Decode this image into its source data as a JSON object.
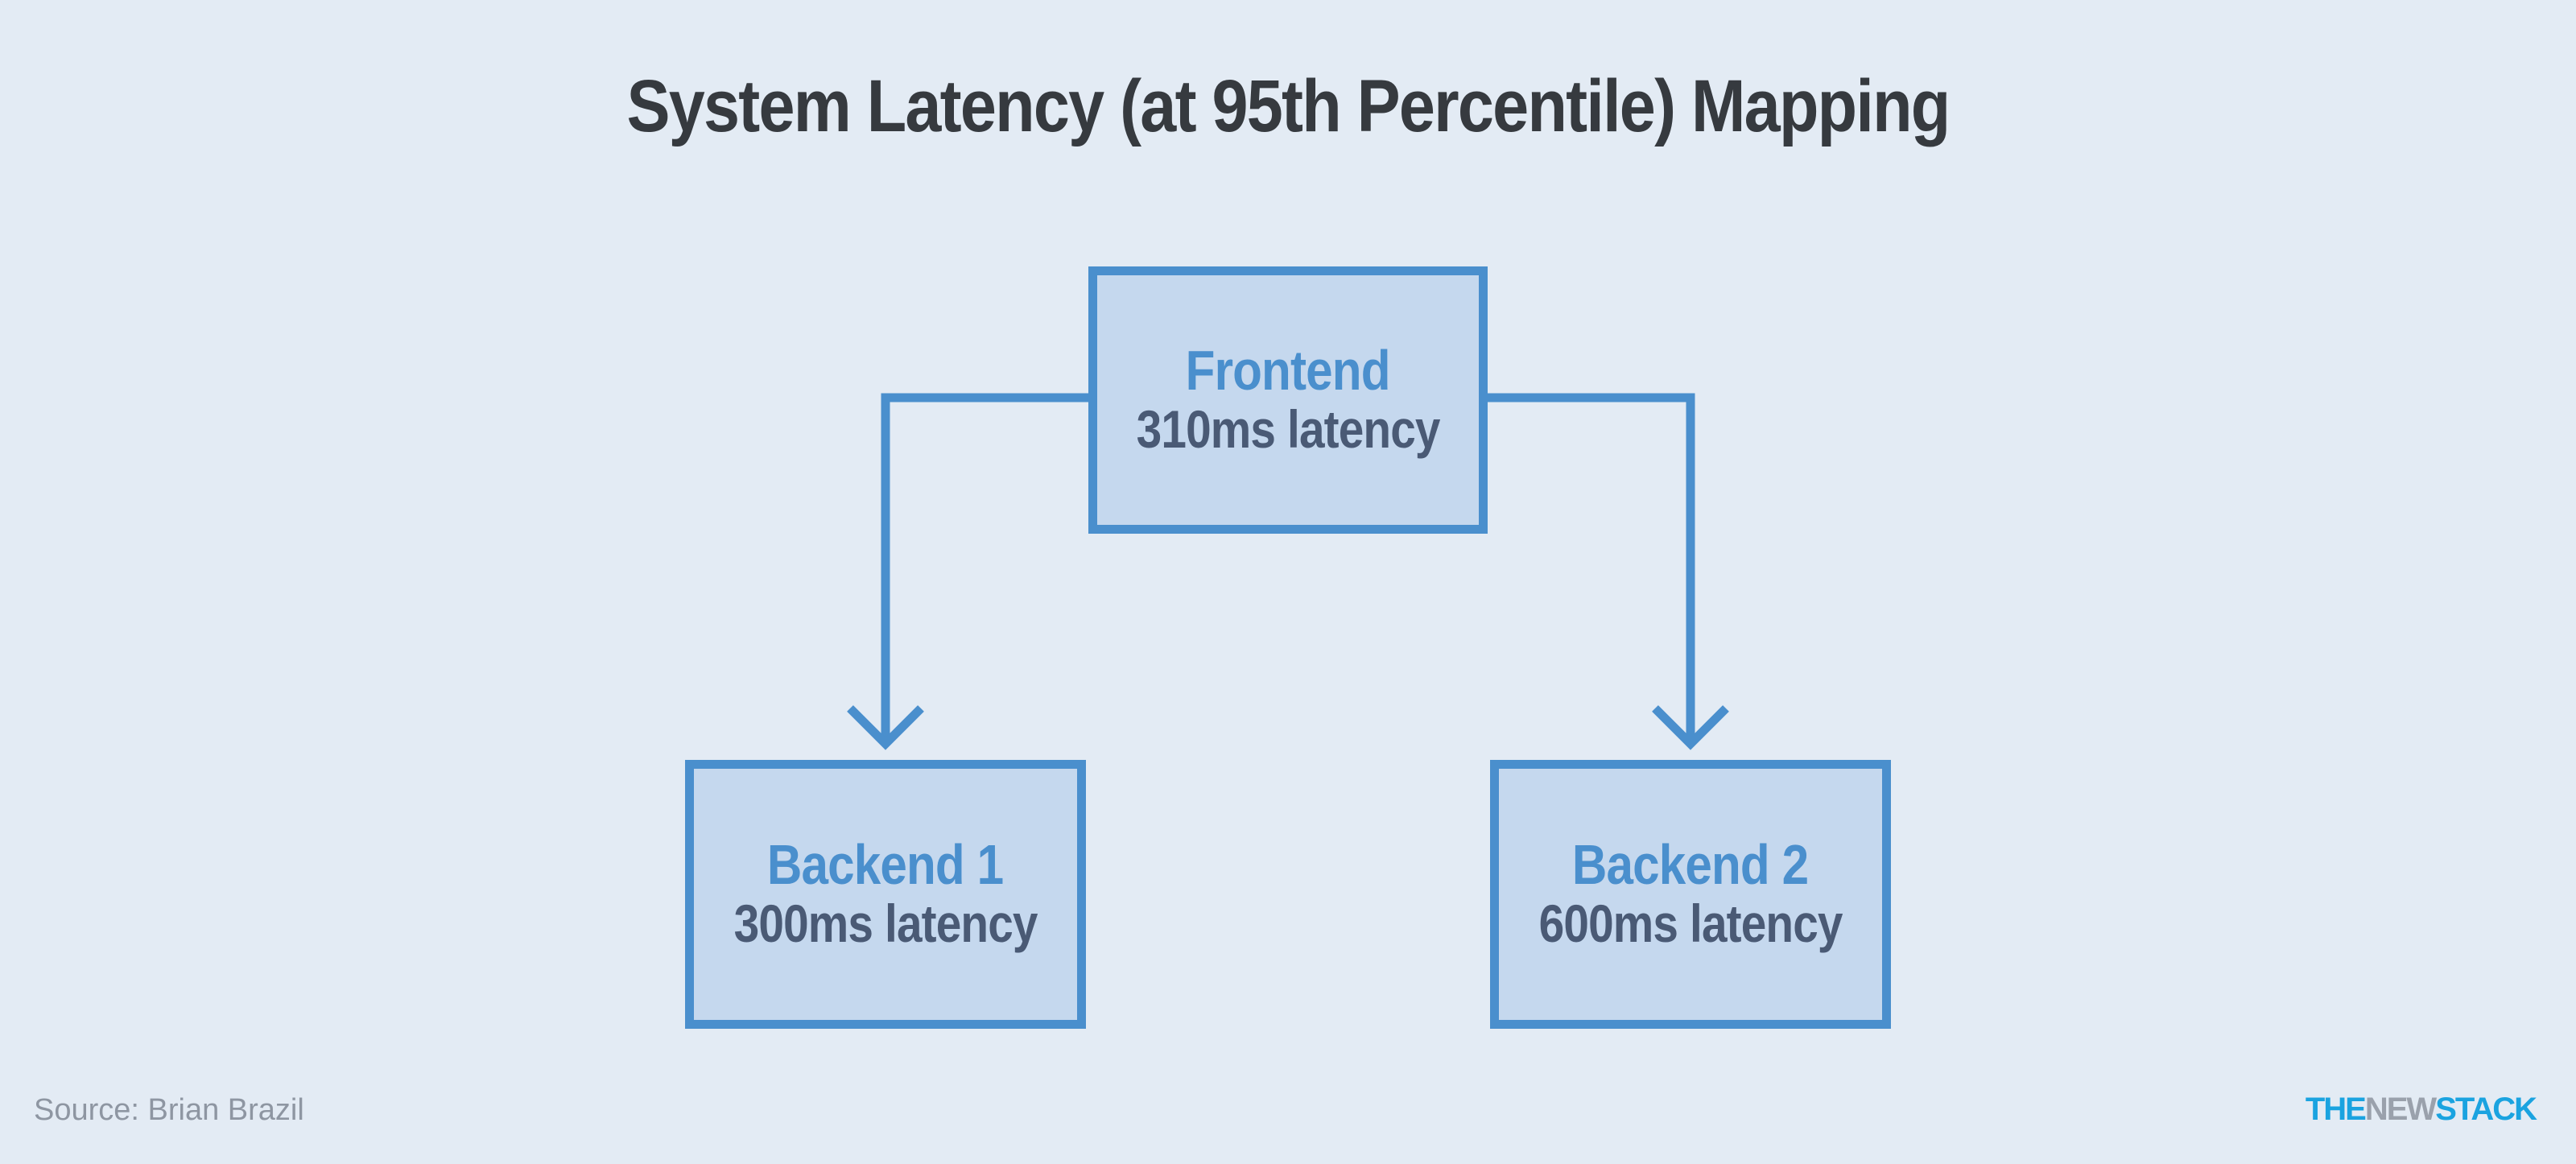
{
  "title": "System Latency (at 95th Percentile) Mapping",
  "nodes": {
    "frontend": {
      "name": "Frontend",
      "latency": "310ms latency"
    },
    "backend1": {
      "name": "Backend 1",
      "latency": "300ms latency"
    },
    "backend2": {
      "name": "Backend 2",
      "latency": "600ms latency"
    }
  },
  "edges": [
    {
      "from": "Frontend",
      "to": "Backend 1"
    },
    {
      "from": "Frontend",
      "to": "Backend 2"
    }
  ],
  "source": "Source: Brian Brazil",
  "logo": {
    "the": "THE",
    "new": "NEW",
    "stack": "STACK"
  },
  "colors": {
    "background": "#e3ebf4",
    "box_border": "#4a8fcd",
    "box_fill": "#c5d8ee",
    "node_name": "#4a8fcd",
    "node_latency": "#4a5a75",
    "title": "#363a3f"
  }
}
